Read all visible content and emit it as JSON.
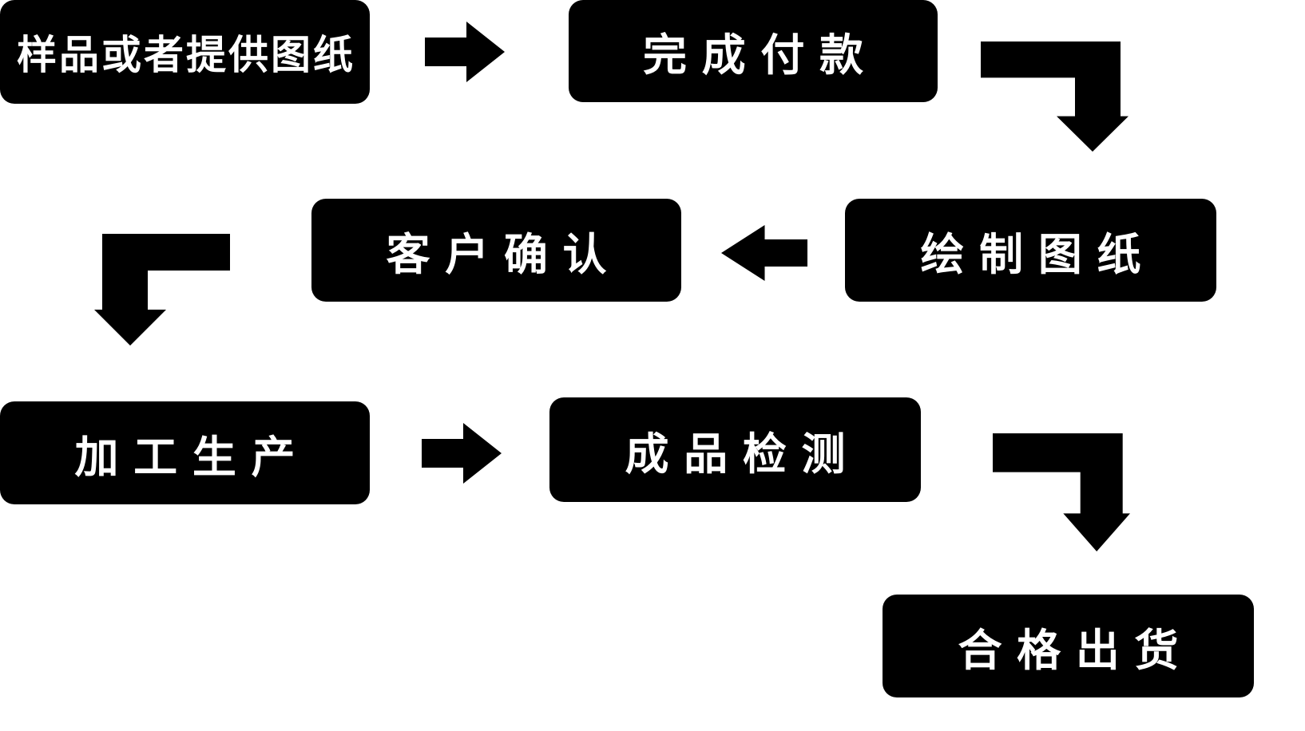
{
  "diagram": {
    "type": "flowchart",
    "colors": {
      "background": "#ffffff",
      "node_fill": "#000000",
      "node_text": "#ffffff",
      "arrow": "#000000"
    },
    "nodes": [
      {
        "id": "sample",
        "label": "样品或者提供图纸"
      },
      {
        "id": "payment",
        "label": "完成付款"
      },
      {
        "id": "drawing",
        "label": "绘制图纸"
      },
      {
        "id": "confirm",
        "label": "客户确认"
      },
      {
        "id": "production",
        "label": "加工生产"
      },
      {
        "id": "inspection",
        "label": "成品检测"
      },
      {
        "id": "shipment",
        "label": "合格出货"
      }
    ],
    "edges": [
      {
        "from": "样品或者提供图纸",
        "to": "完成付款",
        "direction": "right"
      },
      {
        "from": "完成付款",
        "to": "绘制图纸",
        "direction": "right-then-down"
      },
      {
        "from": "绘制图纸",
        "to": "客户确认",
        "direction": "left"
      },
      {
        "from": "客户确认",
        "to": "加工生产",
        "direction": "left-then-down"
      },
      {
        "from": "加工生产",
        "to": "成品检测",
        "direction": "right"
      },
      {
        "from": "成品检测",
        "to": "合格出货",
        "direction": "right-then-down"
      }
    ]
  }
}
